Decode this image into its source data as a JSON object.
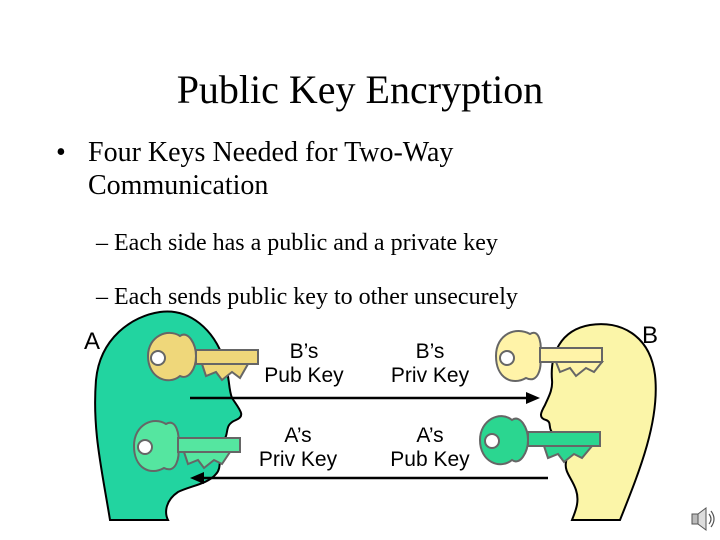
{
  "title": "Public Key Encryption",
  "bullets": [
    {
      "marker": "•",
      "text": "Four Keys Needed for Two-Way Communication",
      "subitems": [
        "– Each side has a public and a private key",
        "– Each sends public key to other unsecurely"
      ]
    }
  ],
  "diagram": {
    "person_a": {
      "label": "A",
      "color": "#22d4a0"
    },
    "person_b": {
      "label": "B",
      "color": "#fbf5a8"
    },
    "keys": [
      {
        "owner": "B",
        "line1": "B’s",
        "line2": "Pub Key",
        "color": "#efd77a"
      },
      {
        "owner": "B",
        "line1": "B’s",
        "line2": "Priv Key",
        "color": "#fff3a8"
      },
      {
        "owner": "A",
        "line1": "A’s",
        "line2": "Priv Key",
        "color": "#55e6a0"
      },
      {
        "owner": "A",
        "line1": "A’s",
        "line2": "Pub Key",
        "color": "#2bd690"
      }
    ]
  }
}
